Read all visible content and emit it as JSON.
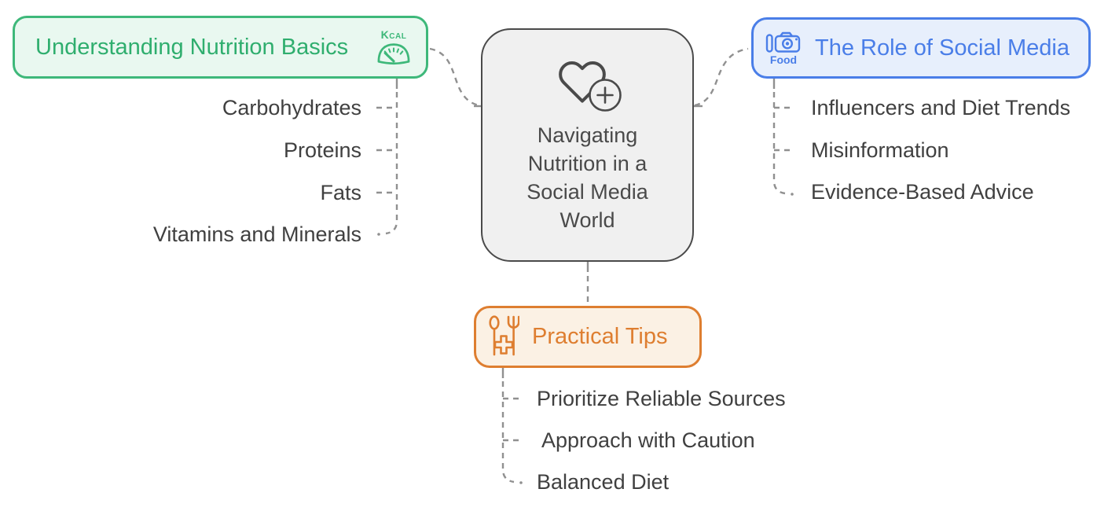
{
  "colors": {
    "green": "#3EB87A",
    "green_bg": "#E9F8F0",
    "blue": "#4A7EE8",
    "blue_bg": "#E7EFFC",
    "orange": "#DE7E30",
    "orange_bg": "#FBF1E4",
    "node_border": "#4A4A4A",
    "node_bg": "#F0F0F0",
    "connector_gray": "#909090",
    "item_text": "#404040"
  },
  "center": {
    "title": "Navigating Nutrition in a Social Media World",
    "icon": "heart-plus-icon"
  },
  "branch_left": {
    "label": "Understanding Nutrition Basics",
    "icon": "kcal-scale-icon",
    "icon_text": "Kcal",
    "children": [
      "Carbohydrates",
      "Proteins",
      "Fats",
      "Vitamins and Minerals"
    ]
  },
  "branch_right": {
    "label": "The Role of Social Media",
    "icon": "food-camera-icon",
    "icon_text": "Food",
    "children": [
      "Influencers and Diet Trends",
      "Misinformation",
      "Evidence-Based Advice"
    ]
  },
  "branch_bottom": {
    "label": "Practical Tips",
    "icon": "cutlery-cross-icon",
    "children": [
      "Prioritize Reliable Sources",
      "Approach with Caution",
      "Balanced Diet"
    ]
  }
}
